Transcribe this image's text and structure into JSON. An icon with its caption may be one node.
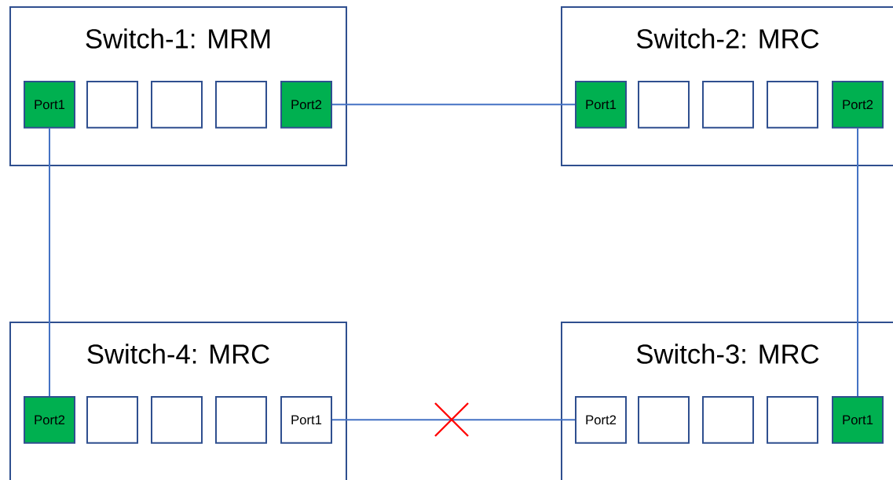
{
  "diagram": {
    "nodes": [
      {
        "text": [
          "Switch-1: MRM"
        ]
      },
      {
        "text": [
          "Port1"
        ],
        "in": 0
      },
      {
        "text": [],
        "shape": "box",
        "in": 0
      },
      {
        "text": [],
        "shape": "box",
        "in": 0
      },
      {
        "text": [],
        "shape": "box",
        "in": 0
      },
      {
        "text": [
          "Port2"
        ],
        "in": 0
      },
      {
        "text": [
          "Switch-2: MRC"
        ]
      },
      {
        "text": [
          "Port1"
        ],
        "in": 6
      },
      {
        "text": [],
        "shape": "box",
        "in": 6
      },
      {
        "text": [],
        "shape": "box",
        "in": 6
      },
      {
        "text": [],
        "shape": "box",
        "in": 6
      },
      {
        "text": [
          "Port2"
        ],
        "in": 6
      },
      {
        "text": [
          "Switch-4: MRC"
        ]
      },
      {
        "text": [
          "Port2"
        ],
        "in": 12
      },
      {
        "text": [],
        "shape": "box",
        "in": 12
      },
      {
        "text": [],
        "shape": "box",
        "in": 12
      },
      {
        "text": [],
        "shape": "box",
        "in": 12
      },
      {
        "text": [
          "Port1"
        ],
        "in": 12
      },
      {
        "text": [
          "Switch-3: MRC"
        ]
      },
      {
        "text": [
          "Port2"
        ],
        "in": 18
      },
      {
        "text": [],
        "shape": "box",
        "in": 18
      },
      {
        "text": [],
        "shape": "box",
        "in": 18
      },
      {
        "text": [],
        "shape": "box",
        "in": 18
      },
      {
        "text": [
          "Port1"
        ],
        "in": 18
      }
    ],
    "edges": [
      {
        "from": 5,
        "to": 7,
        "arrow": "none"
      },
      {
        "from": 1,
        "to": 13,
        "arrow": "none"
      },
      {
        "from": 11,
        "to": 23,
        "arrow": "none"
      },
      {
        "from": 17,
        "to": 19,
        "arrow": "none"
      }
    ]
  }
}
